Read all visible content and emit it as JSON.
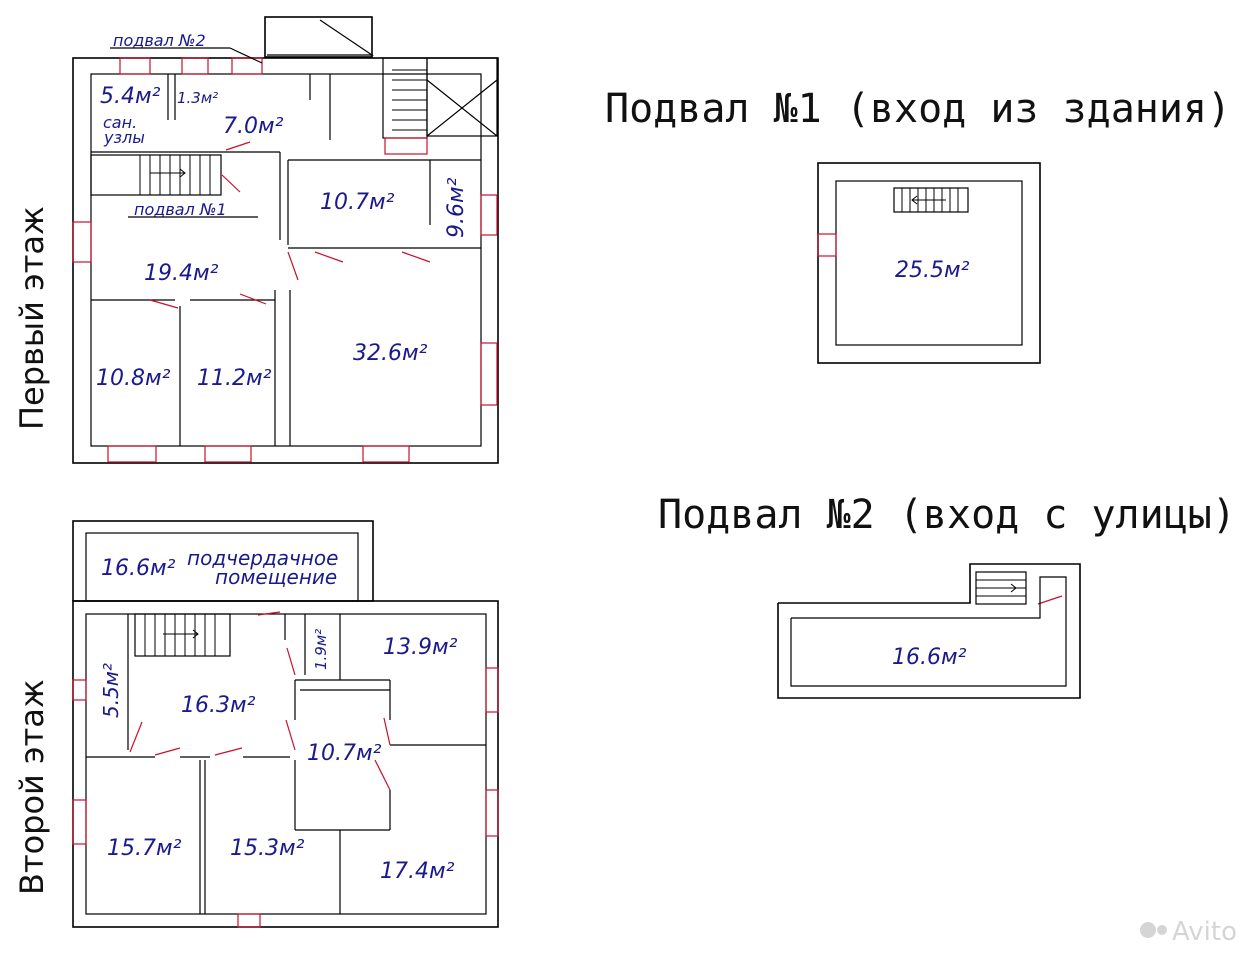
{
  "floors": {
    "first": "Первый этаж",
    "second": "Второй этаж"
  },
  "basements": {
    "b1_title": "Подвал №1 (вход из здания)",
    "b2_title": "Подвал №2 (вход с улицы)",
    "b1_area": "25.5м²",
    "b2_area": "16.6м²"
  },
  "first_floor": {
    "a_5_4": "5.4м²",
    "a_1_3": "1.3м²",
    "a_7_0": "7.0м²",
    "san_1": "сан.",
    "san_2": "узлы",
    "podval2": "подвал №2",
    "podval1": "подвал №1",
    "a_10_7": "10.7м²",
    "a_9_6": "9.6м²",
    "a_19_4": "19.4м²",
    "a_10_8": "10.8м²",
    "a_11_2": "11.2м²",
    "a_32_6": "32.6м²"
  },
  "second_floor": {
    "a_16_6": "16.6м²",
    "attic_1": "подчердачное",
    "attic_2": "помещение",
    "a_5_5": "5.5м²",
    "a_1_9": "1.9м²",
    "a_13_9": "13.9м²",
    "a_16_3": "16.3м²",
    "a_10_7": "10.7м²",
    "a_15_7": "15.7м²",
    "a_15_3": "15.3м²",
    "a_17_4": "17.4м²"
  },
  "watermark": "Avito",
  "colors": {
    "wall": "#000000",
    "window": "#c8102e",
    "label": "#1a1a8c"
  }
}
